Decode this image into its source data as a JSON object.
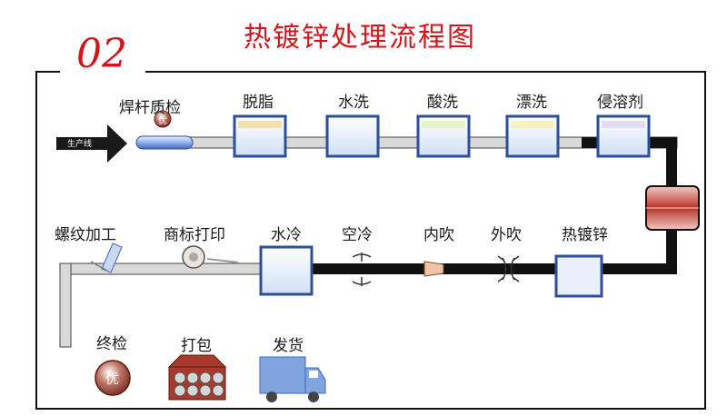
{
  "title": "热镀锌处理流程图",
  "step_number": "02",
  "arrow_label": "生产线",
  "quality_mark": "优",
  "steps": {
    "weld_inspection": "焊杆质检",
    "degrease": "脱脂",
    "water_wash": "水洗",
    "pickling": "酸洗",
    "rinse": "漂洗",
    "flux": "侵溶剂",
    "galvanize": "热镀锌",
    "outer_blow": "外吹",
    "inner_blow": "内吹",
    "air_cool": "空冷",
    "water_cool": "水冷",
    "mark_print": "商标打印",
    "threading": "螺纹加工",
    "final_inspection": "终检",
    "packing": "打包",
    "shipping": "发货"
  },
  "colors": {
    "title": "#d0161b",
    "pipe": "#111111",
    "tank_border": "#2d4f9a",
    "furnace": "#c0392b"
  }
}
